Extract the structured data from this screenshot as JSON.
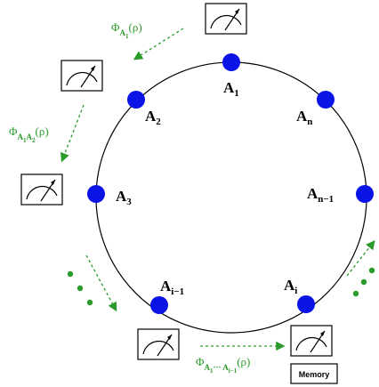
{
  "colors": {
    "node": "#0a14e6",
    "ring": "#000000",
    "arrow": "#2a9a2a",
    "op_text": "#2a9a2a"
  },
  "icons": {
    "meter": "measurement-meter-icon",
    "ellipsis": "green-dots"
  },
  "nodes": [
    {
      "main": "A",
      "sub": "1"
    },
    {
      "main": "A",
      "sub": "n"
    },
    {
      "main": "A",
      "sub": "2"
    },
    {
      "main": "A",
      "sub": "3"
    },
    {
      "main": "A",
      "sub": "n−1"
    },
    {
      "main": "A",
      "sub": "i−1"
    },
    {
      "main": "A",
      "sub": "i"
    }
  ],
  "operators": [
    {
      "phi": "Φ",
      "sub": "A",
      "subsub": "1",
      "arg": "(ρ)"
    },
    {
      "phi": "Φ",
      "sub": "A",
      "subsub1": "1",
      "sub2": "A",
      "subsub2": "2",
      "arg": "(ρ)"
    },
    {
      "phi": "Φ",
      "sub": "A",
      "subsub1": "1",
      "mid": "··· A",
      "subsub2": "i−1",
      "arg": "(ρ)"
    }
  ],
  "memory_label": "Memory"
}
